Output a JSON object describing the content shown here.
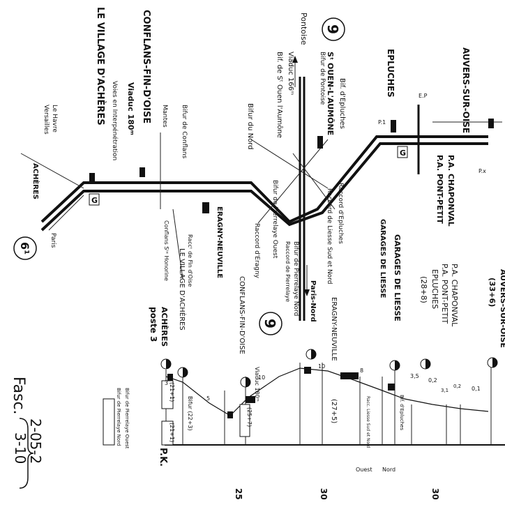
{
  "labels": {
    "auvers_sur_oise": "AUVERS-SUR-OISE",
    "epluches": "EPLUCHES",
    "pa_chaponval": "P.A. CHAPONVAL",
    "pa_pont_petit": "P.A. PONT-PETIT",
    "pontoise": "Pontoise",
    "st_ouen": "Sᵗ OUEN-L'AUMÔNE",
    "bifur_pontoise": "Bifur de Pontoise",
    "viaduc_166": "Viaduc 166ᵐ",
    "bif_st_ouen": "Bif. de Sᵗ Ouen l'Aumône",
    "bif_epluches": "Bif. d'Epluches",
    "bifur_nord": "Bifur du Nord",
    "bifur_pierrelaye_ouest": "Bifur de Pierrelaye Ouest",
    "raccord_epluches": "Raccord d'Epluches",
    "raccord_liesse": "Raccord de Liesse Sud et Nord",
    "garages_liesse": "GARAGES DE LIESSE",
    "conflans": "CONFLANS-FIN-D'OISE",
    "viaduc_180": "Viaduc 180ᵐ",
    "voies_interpenetration": "Voies en Interpénétration",
    "village_acheres": "LE VILLAGE D'ACHÈRES",
    "le_havre": "Le Havre",
    "versailles": "Versailles",
    "acheres": "ACHÈRES",
    "paris": "Paris",
    "mantes": "Mantes",
    "bifur_conflans": "Bifur de Conflans",
    "eragny": "ERAGNY-NEUVILLE",
    "raccord_eragny": "Raccord d'Eragny",
    "bifur_pierrelaye_nord": "Bifur de Pierrelaye Nord",
    "raccord_pierrelaye": "Raccord de Pierrelaye",
    "paris_nord": "Paris-Nord",
    "conflans_sainte": "Conflans Sᵗᵉ Honorine",
    "raccord_fin_oise": "Raccᵗ de Fin d'Oise",
    "col_auvers": "AUVERS-SUR-OISE",
    "col_auvers_km": "(33+6)",
    "col_chaponval": "P.A. CHAPONVAL",
    "col_pont_petit": "P.A. PONT-PETIT",
    "col_epluches": "EPLUCHES",
    "col_epluches_km": "(28+8)",
    "col_garages": "GARAGES DE LIESSE",
    "col_eragny": "ERAGNY-NEUVILLE",
    "col_eragny_km": "(27+5)",
    "col_conflans": "CONFLANS-FIN-D'OISE",
    "col_conflans_viaduc": "Viaduc 180ᵐ",
    "col_village": "LE VILLAGE D'ACHÈRES",
    "col_acheres": "ACHÈRES",
    "col_poste": "poste 3",
    "km_acheres": "(21+1)",
    "km_acheres_2": "(21+1)",
    "km_bifur_22": "Bifur (22+3)",
    "km_25": "(25+7)",
    "prof_liesse": "Racc. Liesse Sud et Nord",
    "prof_bif_epluches": "Bif. d'Epluches",
    "bifur_pierrelaye_ouest_2": "Bifur de Pierrelaye Ouest",
    "bifur_pierrelaye_nord_2": "Bifur de Pierrelaye Nord",
    "pk": "P.K.",
    "pk_25": "25",
    "pk_30a": "30",
    "pk_30b": "30",
    "ouest": "Ouest",
    "nord": "Nord",
    "grad_3": "3",
    "grad_5": "5",
    "grad_10a": "10",
    "grad_10b": "10",
    "grad_8": "8",
    "grad_35": "3,5",
    "grad_02a": "0,2",
    "grad_31": "3,1",
    "grad_02b": "0,2",
    "grad_01": "0,1",
    "fasc_label": "Fasc.",
    "fasc_1": "2-05-2",
    "fasc_2": "3-10",
    "circle_9a": "9",
    "circle_9b": "9",
    "circle_6": "6¹",
    "g1": "G",
    "g2": "G",
    "ep": "E.P",
    "px": "P.x",
    "p1": "P.1"
  }
}
